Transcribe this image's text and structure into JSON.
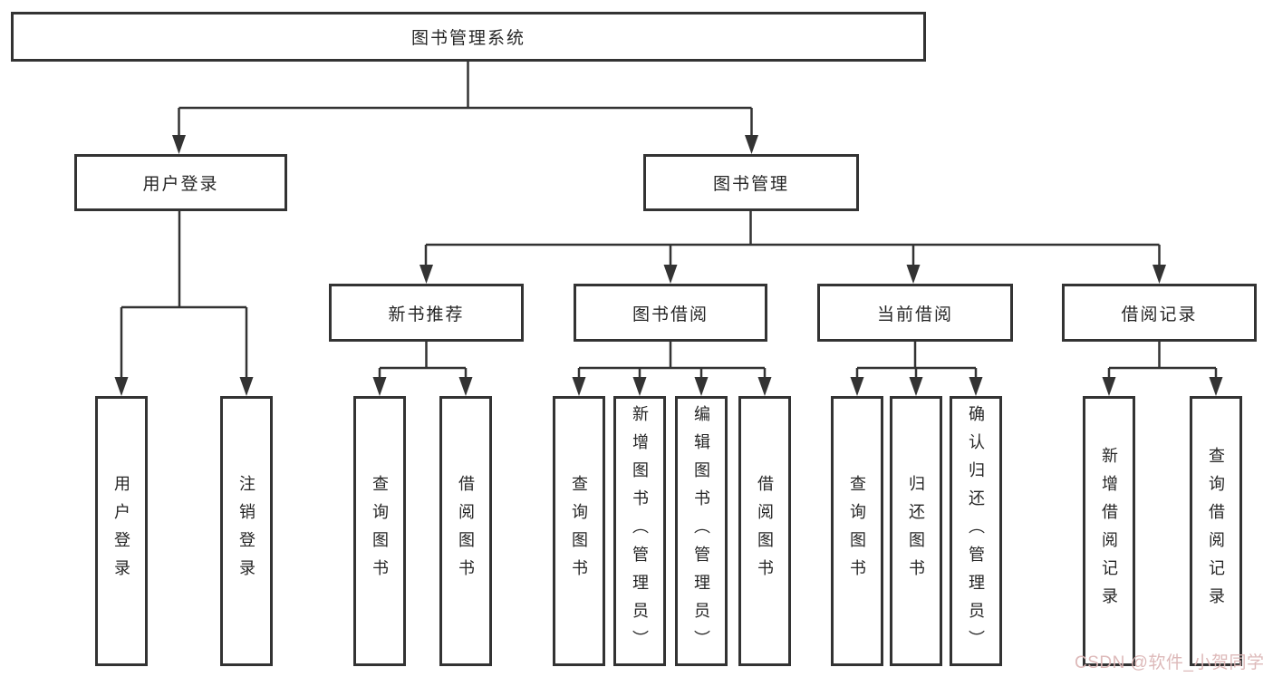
{
  "diagram_title": "图书管理系统",
  "nodes": {
    "root": {
      "label": "图书管理系统"
    },
    "user_login": {
      "label": "用户登录"
    },
    "book_mgmt": {
      "label": "图书管理"
    },
    "new_book_rec": {
      "label": "新书推荐"
    },
    "book_borrow": {
      "label": "图书借阅"
    },
    "current_borrow": {
      "label": "当前借阅"
    },
    "borrow_record": {
      "label": "借阅记录"
    },
    "leaf_user_login": {
      "label": "用户登录"
    },
    "leaf_logout": {
      "label": "注销登录"
    },
    "leaf_nb_query": {
      "label": "查询图书"
    },
    "leaf_nb_borrow": {
      "label": "借阅图书"
    },
    "leaf_bb_query": {
      "label": "查询图书"
    },
    "leaf_bb_add": {
      "label": "新增图书（管理员）"
    },
    "leaf_bb_edit": {
      "label": "编辑图书（管理员）"
    },
    "leaf_bb_borrow": {
      "label": "借阅图书"
    },
    "leaf_cb_query": {
      "label": "查询图书"
    },
    "leaf_cb_return": {
      "label": "归还图书"
    },
    "leaf_cb_confirm": {
      "label": "确认归还（管理员）"
    },
    "leaf_br_add": {
      "label": "新增借阅记录"
    },
    "leaf_br_query": {
      "label": "查询借阅记录"
    }
  },
  "hierarchy": {
    "root": "图书管理系统",
    "children": [
      {
        "label": "用户登录",
        "children": [
          "用户登录",
          "注销登录"
        ]
      },
      {
        "label": "图书管理",
        "children": [
          {
            "label": "新书推荐",
            "children": [
              "查询图书",
              "借阅图书"
            ]
          },
          {
            "label": "图书借阅",
            "children": [
              "查询图书",
              "新增图书（管理员）",
              "编辑图书（管理员）",
              "借阅图书"
            ]
          },
          {
            "label": "当前借阅",
            "children": [
              "查询图书",
              "归还图书",
              "确认归还（管理员）"
            ]
          },
          {
            "label": "借阅记录",
            "children": [
              "新增借阅记录",
              "查询借阅记录"
            ]
          }
        ]
      }
    ]
  },
  "watermark": {
    "text": "CSDN @软件_小贺同学",
    "color": "#dcb6b6"
  },
  "colors": {
    "line": "#333333",
    "box_border": "#333333",
    "text": "#262626",
    "background": "#ffffff"
  }
}
